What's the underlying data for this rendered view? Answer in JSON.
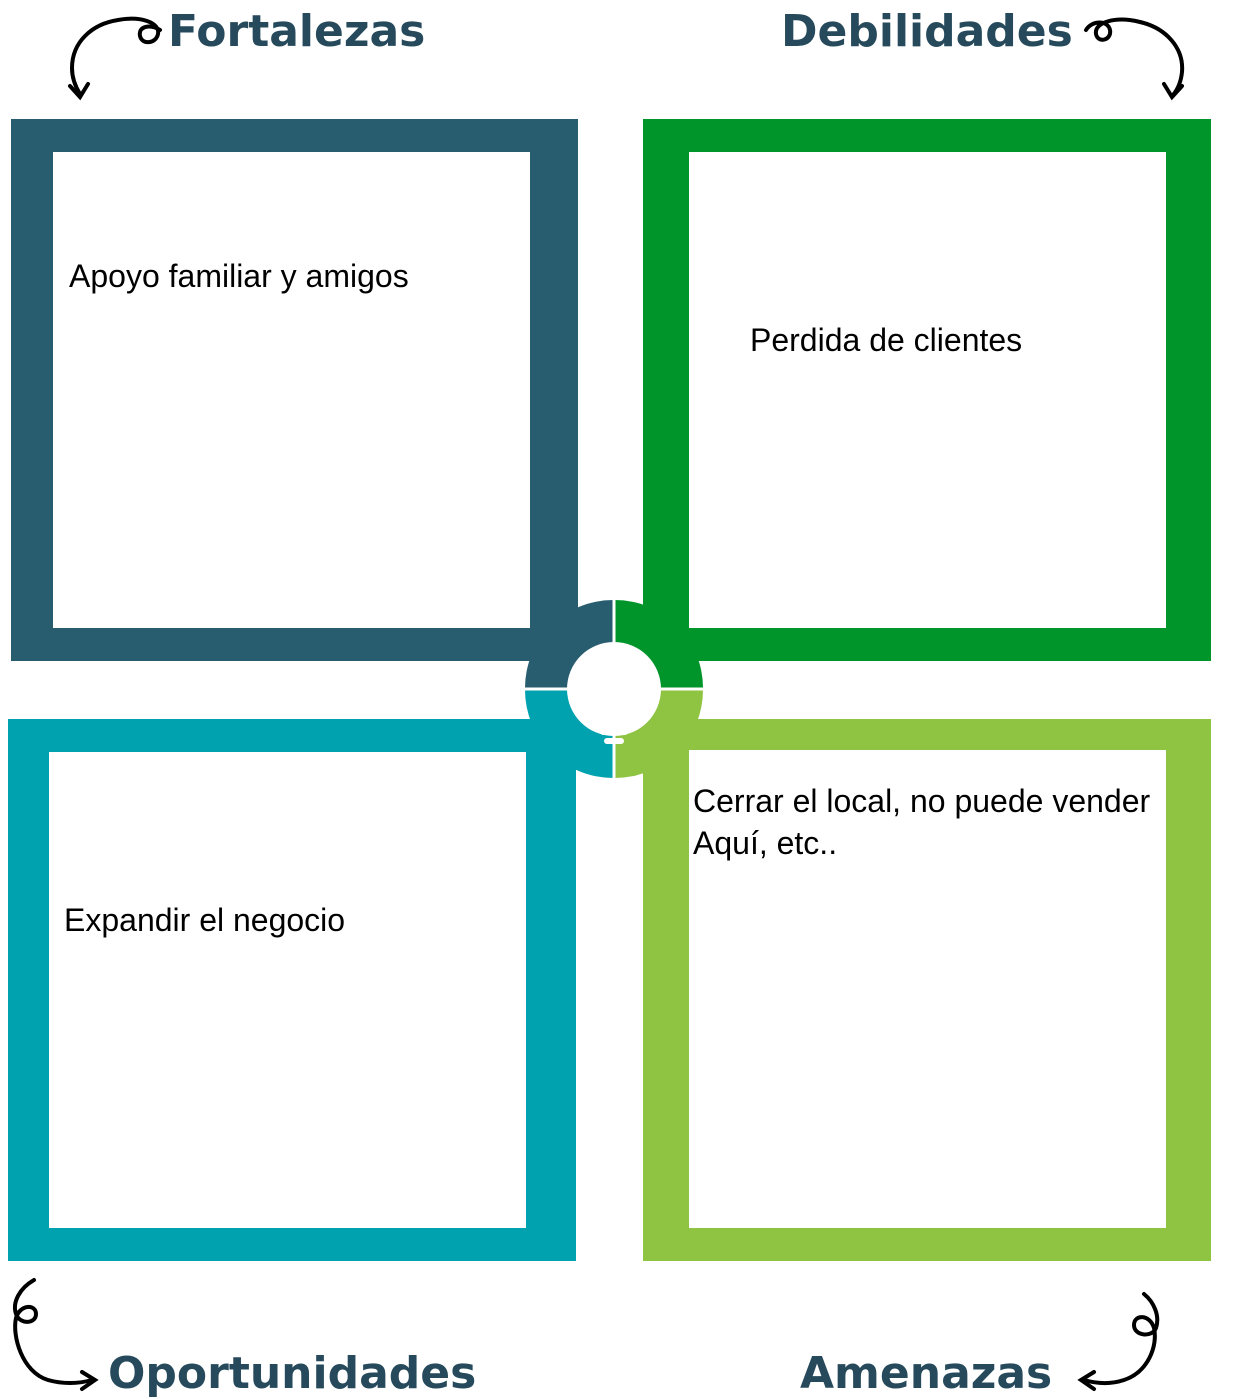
{
  "colors": {
    "fortalezas": "#285d70",
    "debilidades": "#00952a",
    "oportunidades": "#00a2b0",
    "amenazas": "#8ec442",
    "heading": "#264a5b"
  },
  "quadrants": {
    "fortalezas": {
      "title": "Fortalezas",
      "text": "Apoyo familiar y amigos"
    },
    "debilidades": {
      "title": "Debilidades",
      "text": "Perdida de clientes"
    },
    "oportunidades": {
      "title": "Oportunidades",
      "text": "Expandir el negocio"
    },
    "amenazas": {
      "title": "Amenazas",
      "lines": [
        "Cerrar el local, no puede vender",
        "Aquí, etc.."
      ]
    }
  },
  "icons": {
    "center": "lightbulb-icon",
    "arrows": "curly-arrow-icon"
  }
}
